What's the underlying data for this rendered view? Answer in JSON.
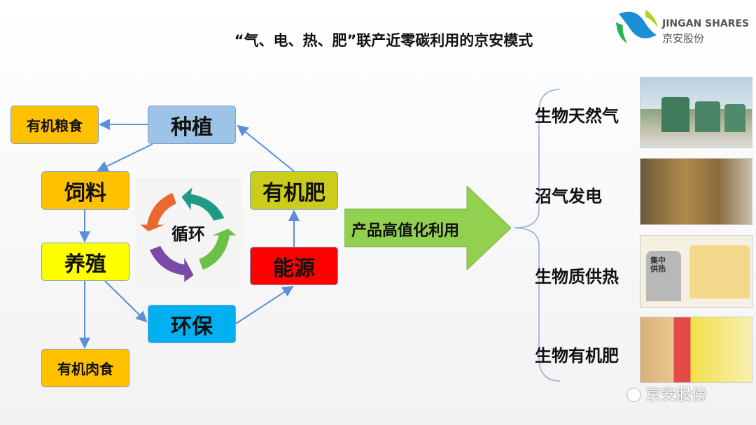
{
  "title": "“气、电、热、肥”联产近零碳利用的京安模式",
  "logo": {
    "en": "JINGAN SHARES",
    "cn": "京安股份"
  },
  "nodes": {
    "grain": "有机粮食",
    "plant": "种植",
    "feed": "饲料",
    "fert": "有机肥",
    "breed": "养殖",
    "energy": "能源",
    "env": "环保",
    "meat": "有机肉食"
  },
  "cycle": "循环",
  "arrow_label": "产品高值化利用",
  "products": [
    "生物天然气",
    "沼气发电",
    "生物质供热",
    "生物有机肥"
  ],
  "photo_text": {
    "heat": "集中供热"
  },
  "watermark": "京安股份",
  "colors": {
    "orange": "#ffc000",
    "blue": "#9dc3e6",
    "olive": "#cccc1a",
    "yellow": "#ffff00",
    "red": "#ff0000",
    "cyan": "#00b0f0",
    "green": "#92d050",
    "line": "#5b8fd6"
  }
}
